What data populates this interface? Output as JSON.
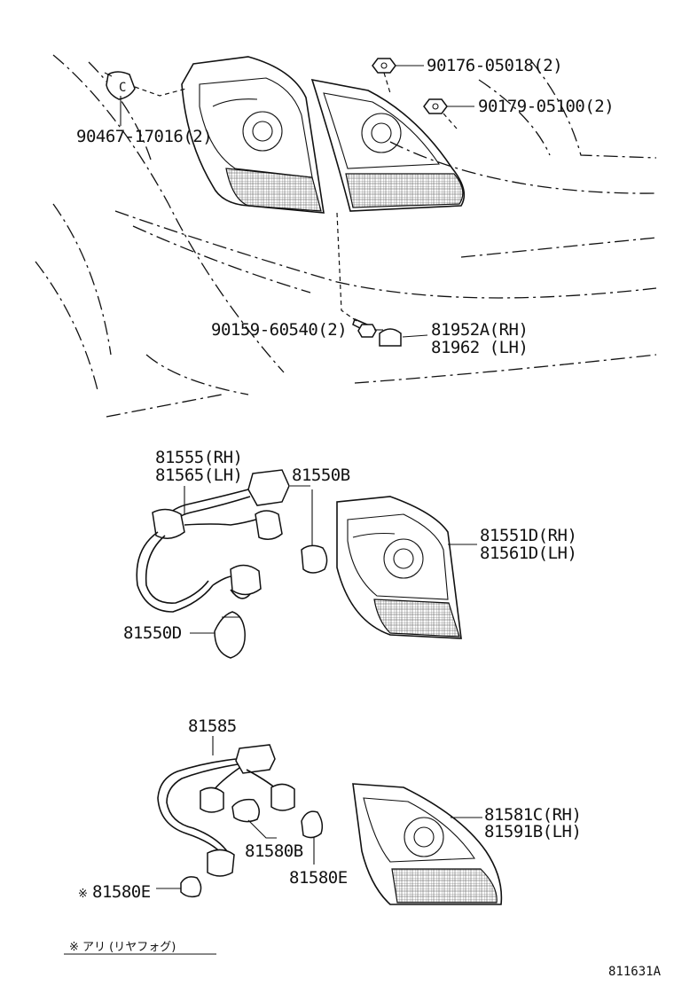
{
  "labels": {
    "p90176": "90176-05018(2)",
    "p90179": "90179-05100(2)",
    "p90467": "90467-17016(2)",
    "p90159": "90159-60540(2)",
    "p81952": "81952A(RH)",
    "p81962": "81962  (LH)",
    "p81555": "81555(RH)",
    "p81565": "81565(LH)",
    "p81550b": "81550B",
    "p81551": "81551D(RH)",
    "p81561": "81561D(LH)",
    "p81550d": "81550D",
    "p81585": "81585",
    "p81581": "81581C(RH)",
    "p81591": "81591B(LH)",
    "p81580b": "81580B",
    "p81580e_right": "81580E",
    "p81580e_left": "81580E",
    "ref_mark": "※",
    "footnote": "※  アリ (リヤフォグ)",
    "diagram_id": "811631A"
  }
}
